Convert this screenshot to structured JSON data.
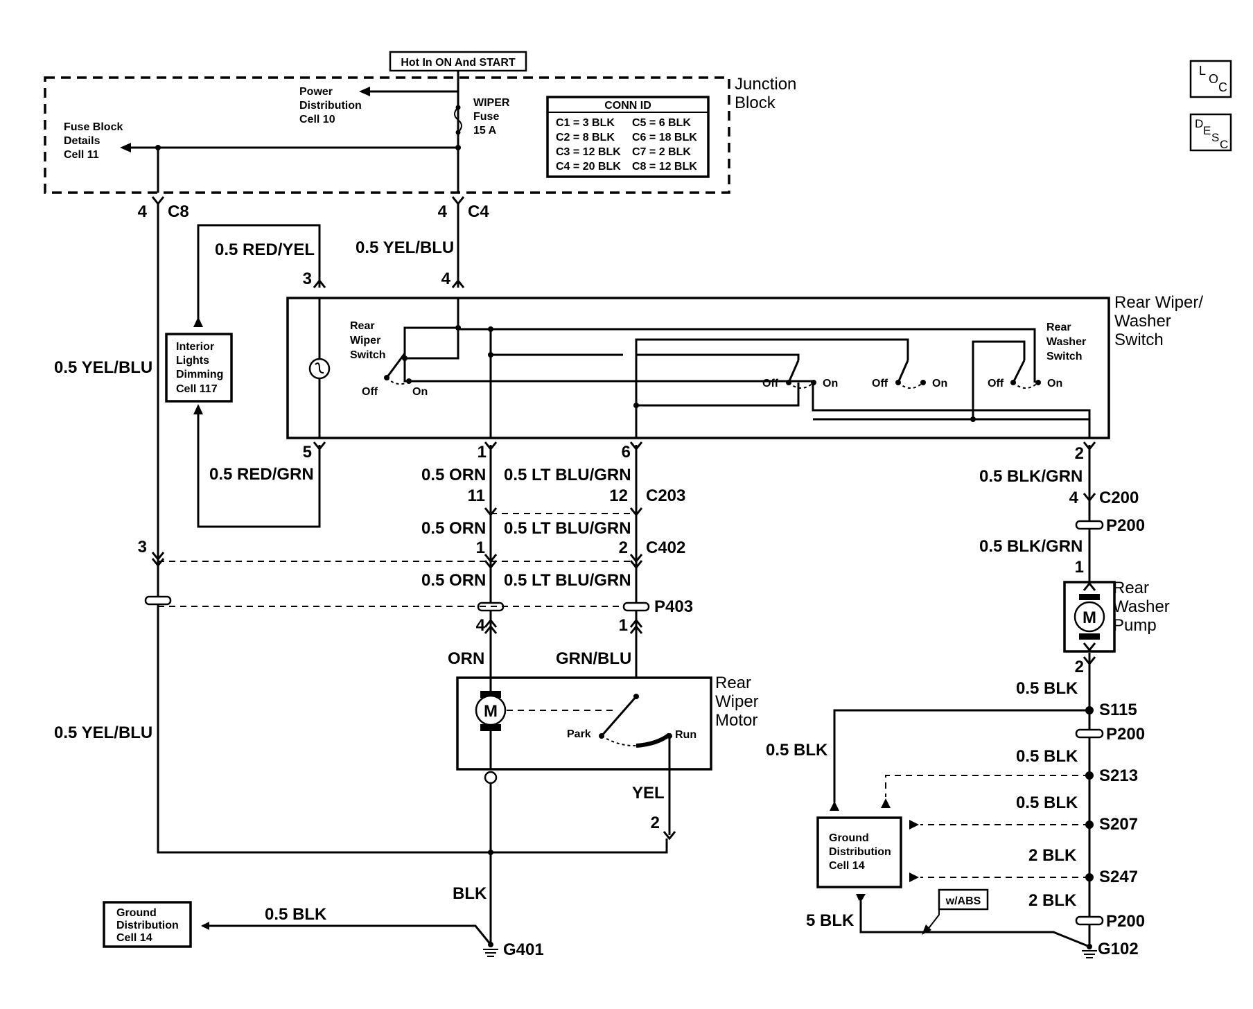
{
  "header": {
    "hot_in": "Hot In ON And START"
  },
  "badges": {
    "loc": [
      "L",
      "O",
      "C"
    ],
    "desc": [
      "D",
      "E",
      "S",
      "C"
    ]
  },
  "junction_block": {
    "title_line1": "Junction",
    "title_line2": "Block",
    "power_dist": [
      "Power",
      "Distribution",
      "Cell 10"
    ],
    "fuse_details": [
      "Fuse Block",
      "Details",
      "Cell 11"
    ],
    "fuse": [
      "WIPER",
      "Fuse",
      "15 A"
    ],
    "conn_id": {
      "title": "CONN ID",
      "rows": [
        [
          "C1 = 3 BLK",
          "C5 = 6 BLK"
        ],
        [
          "C2 = 8 BLK",
          "C6 = 18 BLK"
        ],
        [
          "C3 = 12 BLK",
          "C7 = 2 BLK"
        ],
        [
          "C4 = 20 BLK",
          "C8 = 12 BLK"
        ]
      ]
    },
    "pin_c8": "4",
    "conn_c8": "C8",
    "pin_c4": "4",
    "conn_c4": "C4"
  },
  "wires": {
    "red_yel": "0.5 RED/YEL",
    "yel_blu_top": "0.5 YEL/BLU",
    "yel_blu_left": "0.5 YEL/BLU",
    "yel_blu_lower": "0.5 YEL/BLU",
    "red_grn": "0.5 RED/GRN",
    "orn_1": "0.5 ORN",
    "orn_2": "0.5 ORN",
    "orn_3": "0.5 ORN",
    "ltblu_1": "0.5 LT BLU/GRN",
    "ltblu_2": "0.5 LT BLU/GRN",
    "ltblu_3": "0.5 LT BLU/GRN",
    "blk_grn_1": "0.5 BLK/GRN",
    "blk_grn_2": "0.5 BLK/GRN",
    "orn": "ORN",
    "grn_blu": "GRN/BLU",
    "yel": "YEL",
    "blk_motor": "BLK",
    "blk_g401": "0.5 BLK",
    "blk_s115": "0.5 BLK",
    "blk_left": "0.5 BLK",
    "blk_s213": "0.5 BLK",
    "blk_s207": "0.5 BLK",
    "blk2_a": "2 BLK",
    "blk2_b": "2 BLK",
    "blk5": "5 BLK"
  },
  "pins": {
    "sw_3": "3",
    "sw_4": "4",
    "sw_5": "5",
    "sw_1": "1",
    "sw_6": "6",
    "sw_2": "2",
    "c203_11": "11",
    "c203_12": "12",
    "c402_3": "3",
    "c402_1": "1",
    "c402_2": "2",
    "p403_4": "4",
    "p403_1": "1",
    "c200_4": "4",
    "pump_1": "1",
    "pump_2": "2",
    "motor_2": "2"
  },
  "connectors": {
    "c203": "C203",
    "c402": "C402",
    "p403": "P403",
    "c200": "C200",
    "p200_a": "P200",
    "p200_b": "P200",
    "p200_c": "P200",
    "s115": "S115",
    "s213": "S213",
    "s207": "S207",
    "s247": "S247",
    "g401": "G401",
    "g102": "G102"
  },
  "switch": {
    "title": [
      "Rear Wiper/",
      "Washer",
      "Switch"
    ],
    "wiper_sw": [
      "Rear",
      "Wiper",
      "Switch"
    ],
    "washer_sw": [
      "Rear",
      "Washer",
      "Switch"
    ],
    "off": "Off",
    "on": "On"
  },
  "interior": [
    "Interior",
    "Lights",
    "Dimming",
    "Cell 117"
  ],
  "motor": {
    "title": [
      "Rear",
      "Wiper",
      "Motor"
    ],
    "park": "Park",
    "run": "Run",
    "m": "M"
  },
  "pump": {
    "title": [
      "Rear",
      "Washer",
      "Pump"
    ],
    "m": "M"
  },
  "ground_left": [
    "Ground",
    "Distribution",
    "Cell 14"
  ],
  "ground_right": [
    "Ground",
    "Distribution",
    "Cell 14"
  ],
  "wabs": "w/ABS"
}
